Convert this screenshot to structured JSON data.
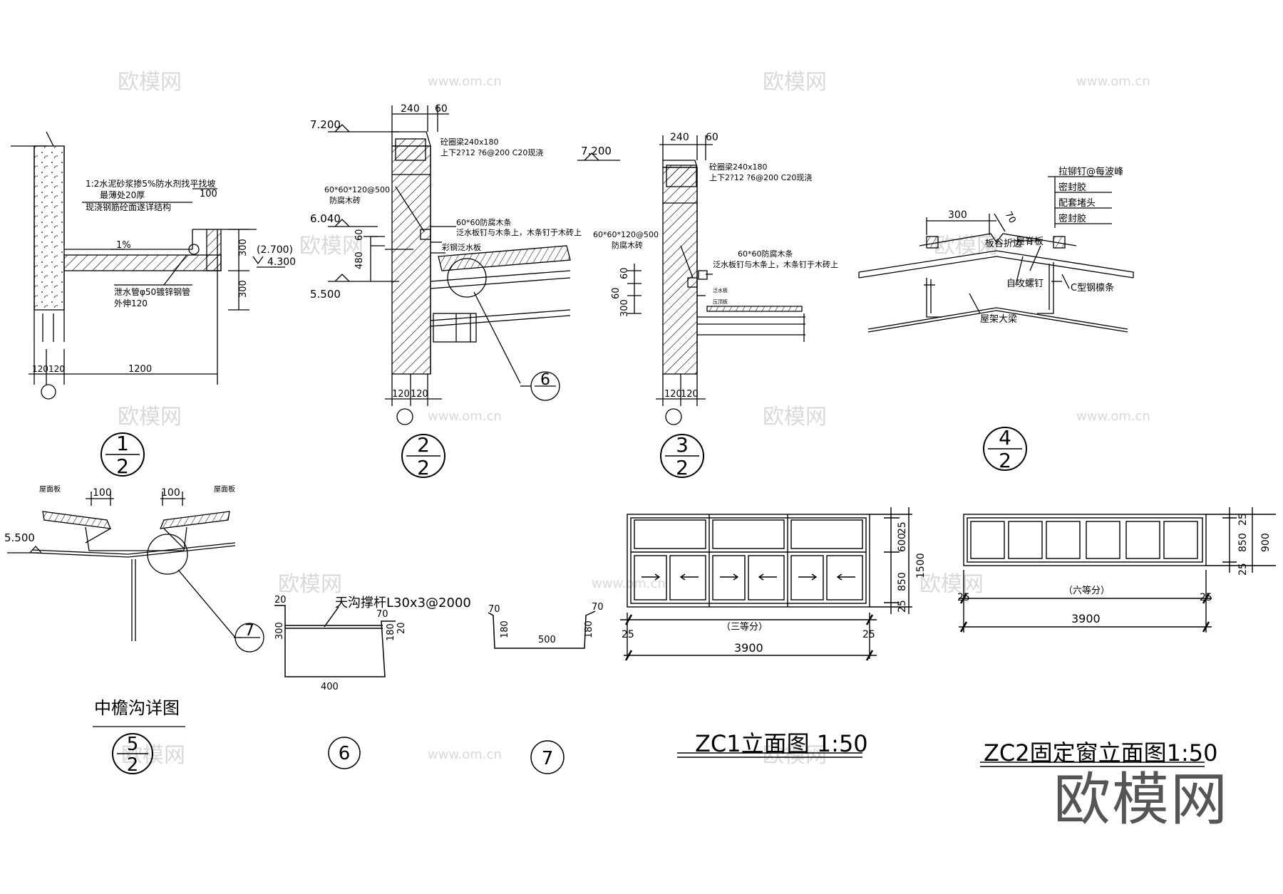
{
  "watermark": {
    "logo": "欧模网",
    "url": "www.om.cn"
  },
  "brand": "欧模网",
  "detail1": {
    "notes": [
      "1:2水泥砂浆掺5%防水剂找平找坡",
      "最薄处20厚",
      "现浇钢筋砼面遂详结构"
    ],
    "dim_100": "100",
    "slope": "1%",
    "elev_a": "(2.700)",
    "elev_b": "4.300",
    "dim_300a": "300",
    "dim_300b": "300",
    "pipe_note": [
      "泄水管φ50镀锌钢管",
      "外伸120"
    ],
    "dims_bottom": [
      "120",
      "120",
      "1200"
    ],
    "symbol_top": "1",
    "symbol_bottom": "2"
  },
  "detail2": {
    "dims_top": [
      "240",
      "60"
    ],
    "elev_top": "7.200",
    "beam_note": [
      "砼圈梁240x180",
      "上下2?12  ?6@200  C20现浇"
    ],
    "wood_note": [
      "60*60*120@500",
      "防腐木砖"
    ],
    "strip_note": [
      "60*60防腐木条",
      "泛水板钉与木条上，木条钉于木砖上"
    ],
    "flash_note": "彩钢泛水板",
    "elev_mid": "6.040",
    "elev_low": "5.500",
    "dim_60": "60",
    "dim_480": "480",
    "dims_bottom": [
      "120",
      "120"
    ],
    "ref6": "6",
    "symbol_top": "2",
    "symbol_bottom": "2"
  },
  "detail3": {
    "dims_top": [
      "240",
      "60"
    ],
    "elev_top": "7.200",
    "beam_note": [
      "砼圈梁240x180",
      "上下2?12  ?6@200  C20现浇"
    ],
    "wood_note": [
      "60*60*120@500",
      "防腐木砖"
    ],
    "strip_note": [
      "60*60防腐木条",
      "泛水板钉与木条上，木条钉于木砖上"
    ],
    "small_notes": [
      "泛水板",
      "压顶板"
    ],
    "dims_left": [
      "60",
      "60",
      "300"
    ],
    "dims_bottom": [
      "120",
      "120"
    ],
    "symbol_top": "3",
    "symbol_bottom": "2"
  },
  "detail4": {
    "labels": [
      "拉铆钉@每波峰",
      "密封胶",
      "配套堵头",
      "密封胶"
    ],
    "dim_300": "300",
    "dim_70": "70",
    "ridge_plate": "屋脊板",
    "fold": "板谷折边",
    "screw": "自攻螺钉",
    "purlin": "C型钢檩条",
    "truss": "屋架大梁",
    "symbol_top": "4",
    "symbol_bottom": "2"
  },
  "detail5": {
    "roof_panel_l": "屋面板",
    "roof_panel_r": "屋面板",
    "dim_l": "100",
    "dim_r": "100",
    "elev": "5.500",
    "ref7": "7",
    "title": "中檐沟详图",
    "symbol_top": "5",
    "symbol_bottom": "2"
  },
  "gutter6": {
    "brace": "天沟撑杆L30x3@2000",
    "dims": [
      "20",
      "300",
      "70",
      "20",
      "180",
      "400"
    ],
    "symbol": "6"
  },
  "gutter7": {
    "dims": [
      "70",
      "180",
      "500",
      "180",
      "70"
    ],
    "symbol": "7"
  },
  "zc1": {
    "dims_right": [
      "25",
      "600",
      "1500",
      "850",
      "25"
    ],
    "edge_l": "25",
    "edge_r": "25",
    "division": "（三等分）",
    "width": "3900",
    "title": "ZC1立面图 1:50"
  },
  "zc2": {
    "dims_right": [
      "25",
      "850",
      "900",
      "25"
    ],
    "edge_l": "25",
    "edge_r": "25",
    "division": "（六等分）",
    "width": "3900",
    "title": "ZC2固定窗立面图1:50"
  }
}
